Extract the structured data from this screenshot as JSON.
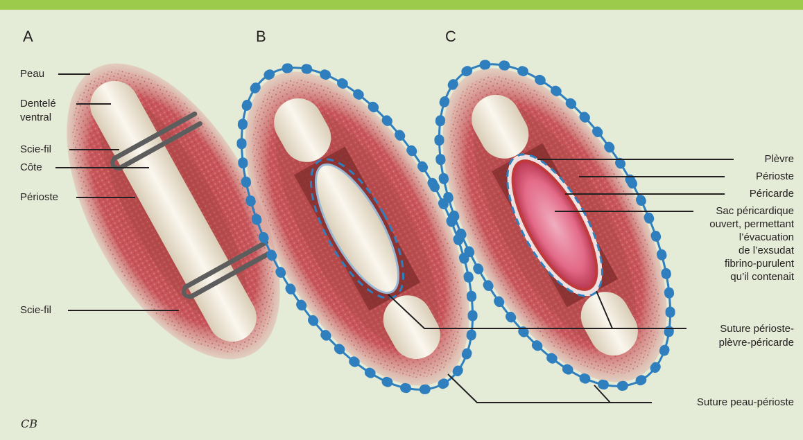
{
  "panels": [
    "A",
    "B",
    "C"
  ],
  "labels_left": {
    "peau": "Peau",
    "dentele": [
      "Dentelé",
      "ventral"
    ],
    "scie_fil_1": "Scie-fil",
    "cote": "Côte",
    "perioste": "Périoste",
    "scie_fil_2": "Scie-fil"
  },
  "labels_right": {
    "plevre": "Plèvre",
    "perioste": "Périoste",
    "pericarde": "Péricarde",
    "sac": [
      "Sac péricardique",
      "ouvert, permettant",
      "l’évacuation",
      "de l’exsudat",
      "fibrino-purulent",
      "qu’il contenait"
    ],
    "suture_ppp": [
      "Suture périoste-",
      "plèvre-péricarde"
    ],
    "suture_pp": "Suture peau-périoste"
  },
  "signature": "CB",
  "colors": {
    "background": "#e4ebd6",
    "top_bar": "#9ccb4c",
    "muscle": "#c8565c",
    "rib": "#f3ecdc",
    "suture": "#2f7fbf",
    "pericardium": "#d94f6b"
  }
}
